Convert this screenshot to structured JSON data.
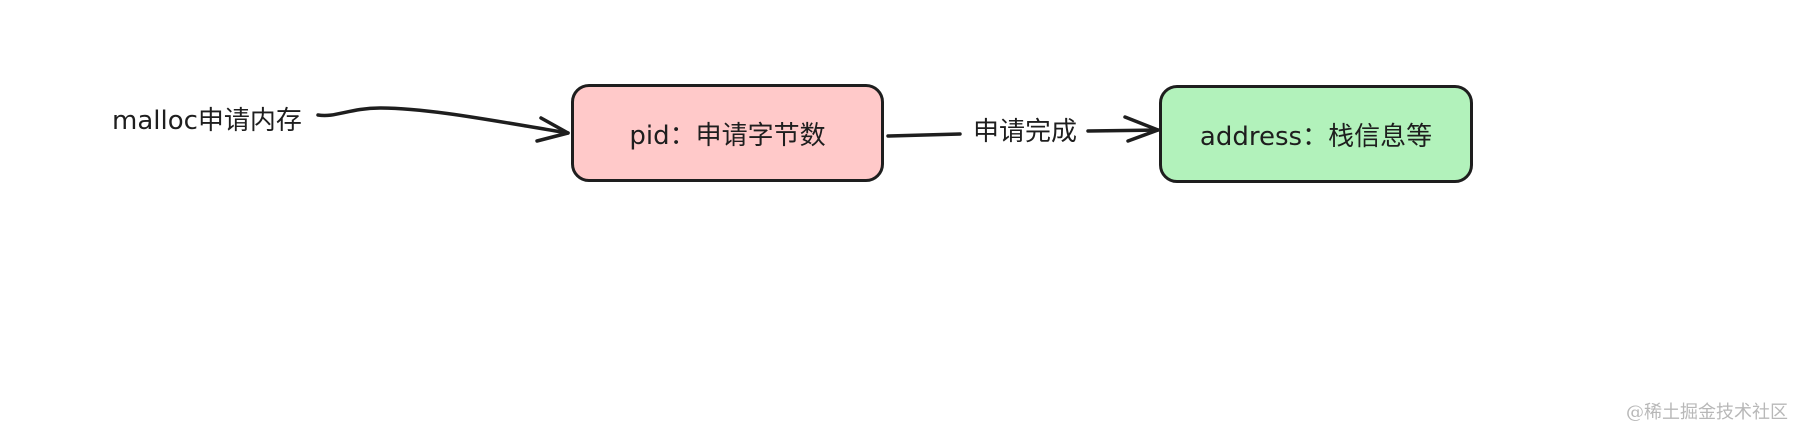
{
  "diagram": {
    "start_label": "malloc申请内存",
    "nodes": [
      {
        "id": "pid",
        "label": "pid：申请字节数",
        "fill": "#ffc9c9"
      },
      {
        "id": "address",
        "label": "address：栈信息等",
        "fill": "#b2f2bb"
      }
    ],
    "edges": [
      {
        "from": "start_label",
        "to": "pid",
        "label": ""
      },
      {
        "from": "pid",
        "to": "address",
        "label": "申请完成"
      }
    ],
    "stroke_color": "#1e1e1e"
  },
  "watermark": "@稀土掘金技术社区"
}
